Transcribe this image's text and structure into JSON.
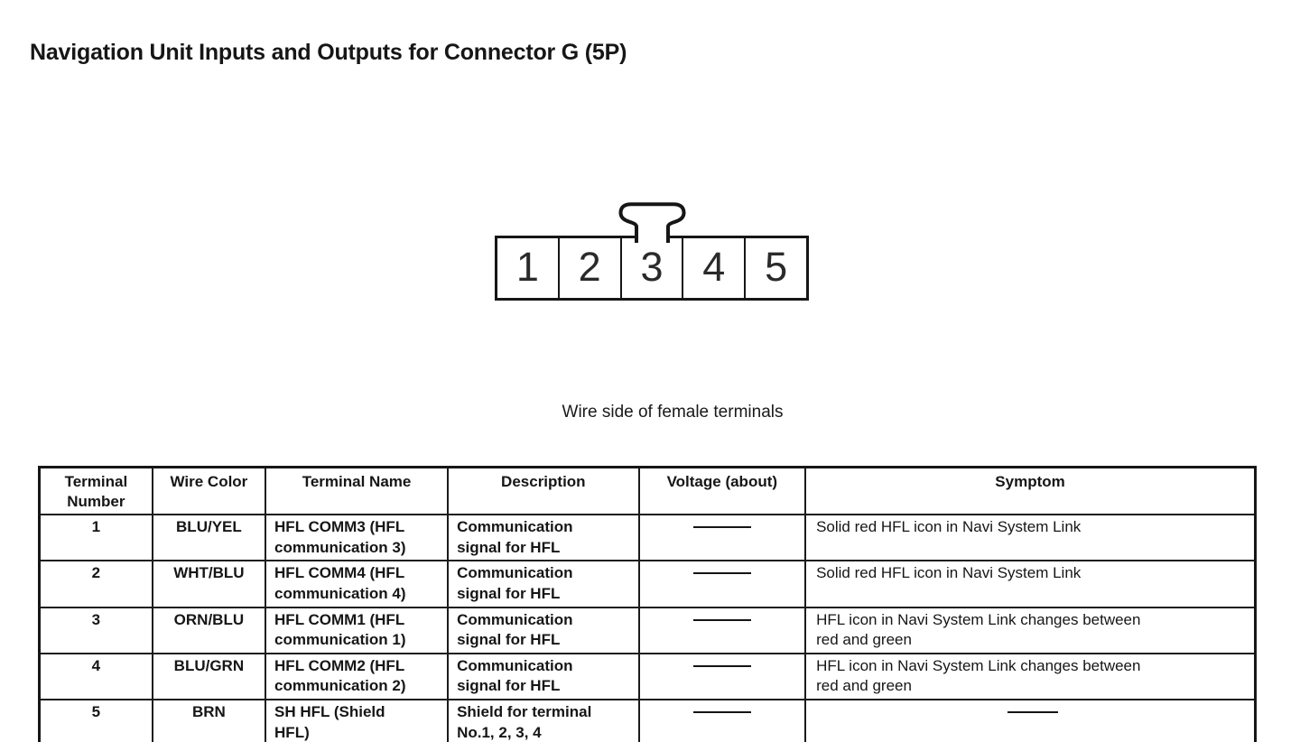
{
  "page": {
    "title": "Navigation Unit Inputs and Outputs for Connector G (5P)",
    "ink_color": "#161616",
    "background_color": "#ffffff"
  },
  "connector": {
    "caption": "Wire side of female terminals",
    "terminals": [
      "1",
      "2",
      "3",
      "4",
      "5"
    ]
  },
  "table": {
    "dash": "—",
    "columns": [
      "Terminal\nNumber",
      "Wire Color",
      "Terminal Name",
      "Description",
      "Voltage (about)",
      "Symptom"
    ],
    "rows": [
      {
        "terminal_number": "1",
        "wire_color": "BLU/YEL",
        "terminal_name": "HFL COMM3 (HFL\ncommunication 3)",
        "description": "Communication\nsignal for HFL",
        "voltage": "—",
        "symptom": "Solid red HFL icon in Navi System Link"
      },
      {
        "terminal_number": "2",
        "wire_color": "WHT/BLU",
        "terminal_name": "HFL COMM4 (HFL\ncommunication 4)",
        "description": "Communication\nsignal for HFL",
        "voltage": "—",
        "symptom": "Solid red HFL icon in Navi System Link"
      },
      {
        "terminal_number": "3",
        "wire_color": "ORN/BLU",
        "terminal_name": "HFL COMM1 (HFL\ncommunication 1)",
        "description": "Communication\nsignal for HFL",
        "voltage": "—",
        "symptom": "HFL icon in Navi System Link changes between\nred and green"
      },
      {
        "terminal_number": "4",
        "wire_color": "BLU/GRN",
        "terminal_name": "HFL COMM2 (HFL\ncommunication 2)",
        "description": "Communication\nsignal for HFL",
        "voltage": "—",
        "symptom": "HFL icon in Navi System Link changes between\nred and green"
      },
      {
        "terminal_number": "5",
        "wire_color": "BRN",
        "terminal_name": "SH HFL (Shield\nHFL)",
        "description": "Shield for terminal\nNo.1, 2, 3, 4",
        "voltage": "—",
        "symptom": "—"
      }
    ]
  }
}
